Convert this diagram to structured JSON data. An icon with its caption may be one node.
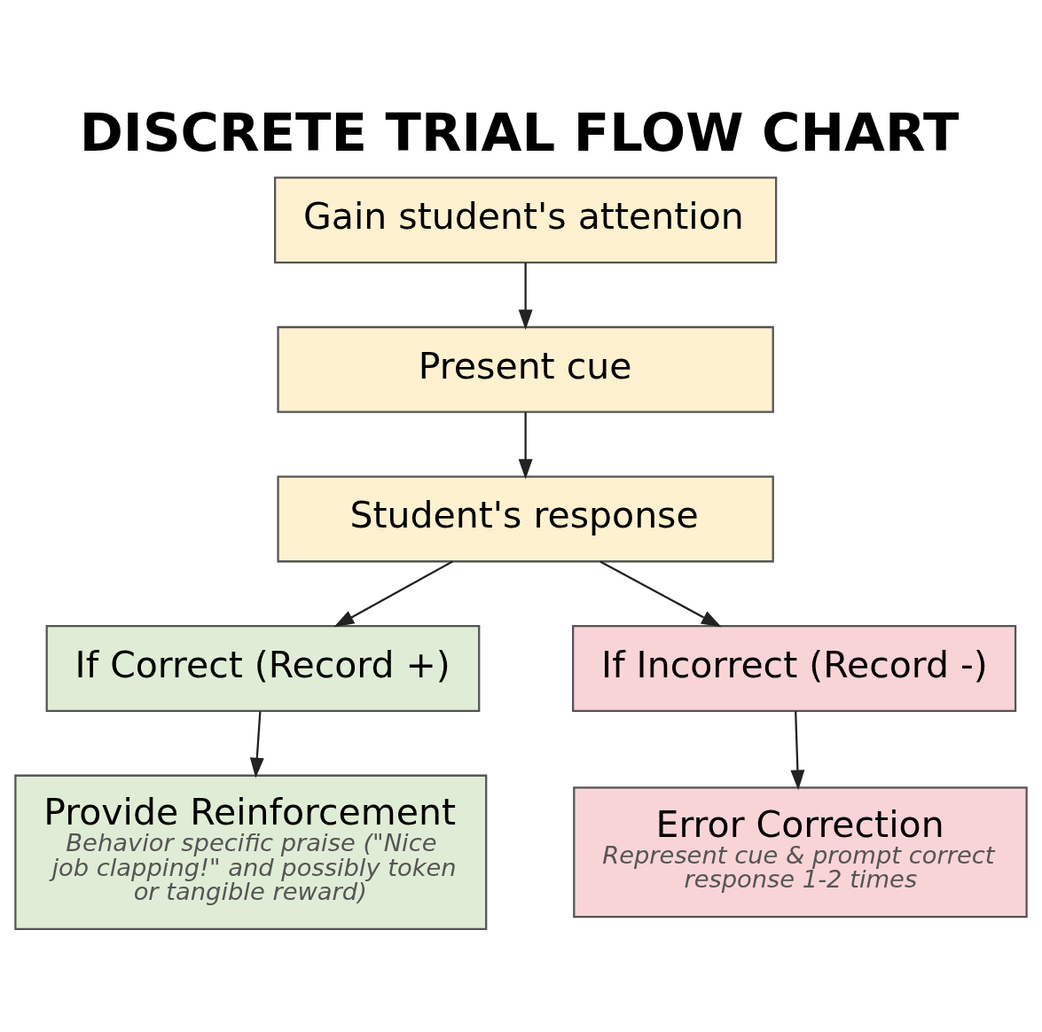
{
  "diagram": {
    "title": "DISCRETE TRIAL FLOW CHART",
    "nodes": [
      {
        "text": [
          "Gain student's attention"
        ]
      },
      {
        "text": [
          "Present cue"
        ]
      },
      {
        "text": [
          "Student's response"
        ]
      },
      {
        "text": [
          "If Correct (Record +)"
        ]
      },
      {
        "text": [
          "If Incorrect (Record -)"
        ]
      },
      {
        "text": [
          "Provide Reinforcement",
          "Behavior specific praise (\"Nice job clapping!\" and possibly token or tangible reward)"
        ]
      },
      {
        "text": [
          "Error Correction",
          "Represent cue & prompt correct response 1-2 times"
        ]
      }
    ],
    "edges": [
      {
        "from": 0,
        "to": 1,
        "arrow": "to"
      },
      {
        "from": 1,
        "to": 2,
        "arrow": "to"
      },
      {
        "from": 2,
        "to": 3,
        "arrow": "to"
      },
      {
        "from": 2,
        "to": 4,
        "arrow": "to"
      },
      {
        "from": 3,
        "to": 5,
        "arrow": "to"
      },
      {
        "from": 4,
        "to": 6,
        "arrow": "to"
      }
    ]
  }
}
